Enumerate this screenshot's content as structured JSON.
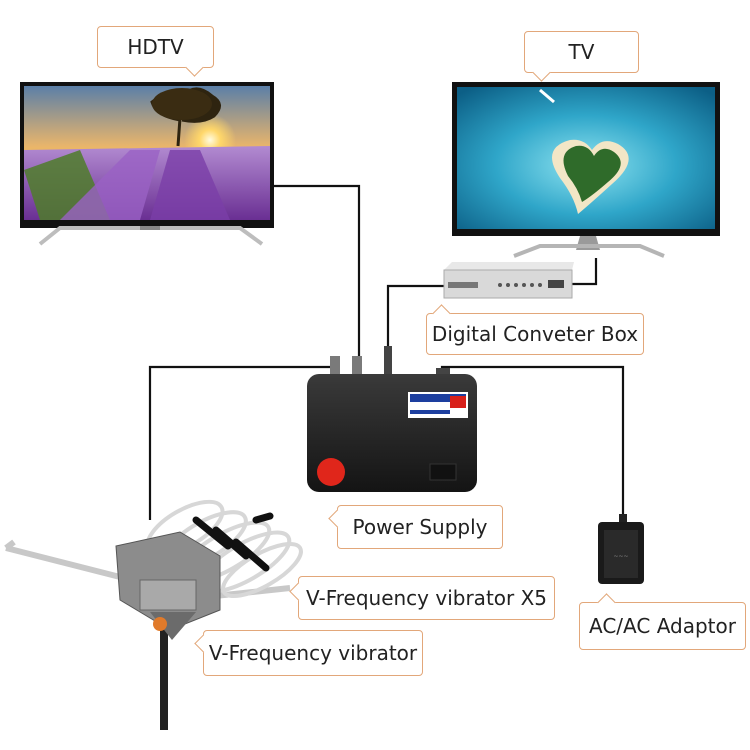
{
  "labels": {
    "hdtv": "HDTV",
    "tv": "TV",
    "converter": "Digital Conveter Box",
    "power": "Power Supply",
    "vibrator_x5": "V-Frequency vibrator X5",
    "vibrator": "V-Frequency vibrator",
    "adaptor": "AC/AC Adaptor"
  },
  "colors": {
    "callout_border": "#e2a77a",
    "cable": "#111111",
    "power_button": "#e0261b",
    "sea": "#2fa6c9",
    "lavender": "#8a4fb5"
  }
}
